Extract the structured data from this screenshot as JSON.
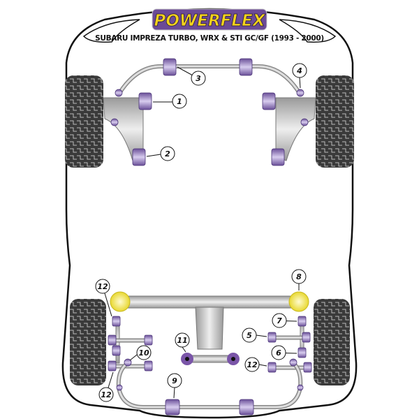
{
  "brand": "POWERFLEX",
  "title": "SUBARU IMPREZA TURBO, WRX & STI GC/GF (1993 - 2000)",
  "colors": {
    "bushing": "#9c8ac0",
    "bushing_dark": "#6a4f98",
    "yellow": "#f2e64a",
    "metal": "#c8c8c8",
    "tyre": "#444444",
    "brand_bg": "#6b4a96"
  },
  "callouts": {
    "c1": "1",
    "c2": "2",
    "c3": "3",
    "c4": "4",
    "c5": "5",
    "c6": "6",
    "c7": "7",
    "c8": "8",
    "c9": "9",
    "c10": "10",
    "c11": "11",
    "c12a": "12",
    "c12b": "12",
    "c12c": "12"
  }
}
